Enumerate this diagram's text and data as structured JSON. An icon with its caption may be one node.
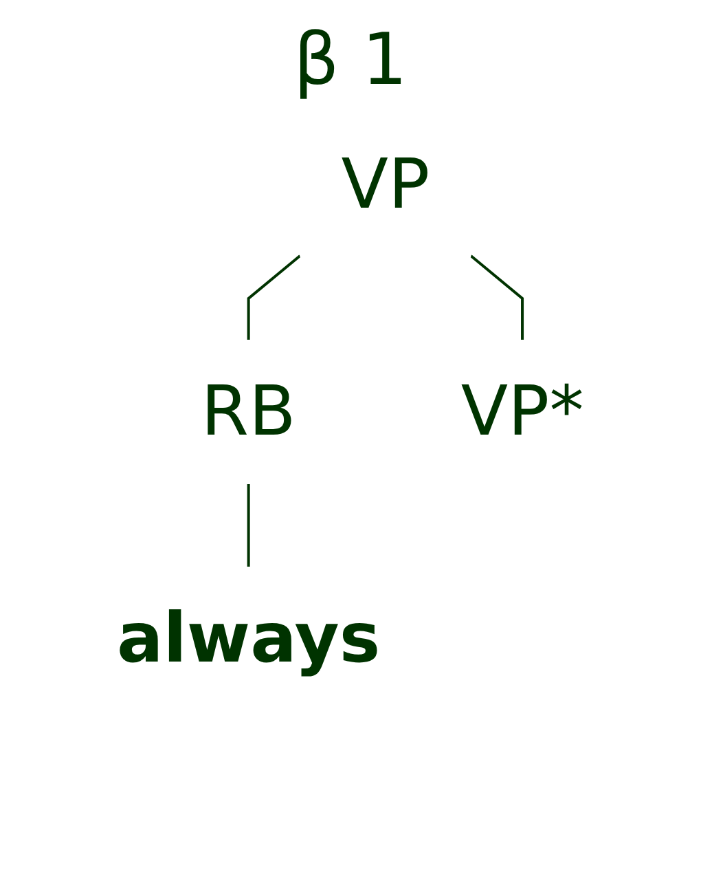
{
  "diagram": {
    "title": "β 1",
    "nodes": [
      {
        "text": [
          "VP"
        ]
      },
      {
        "text": [
          "RB"
        ]
      },
      {
        "text": [
          "VP*"
        ]
      },
      {
        "text": [
          "always"
        ]
      }
    ],
    "edges": [
      {
        "from": 0,
        "to": 1,
        "arrow": "none"
      },
      {
        "from": 0,
        "to": 2,
        "arrow": "none"
      },
      {
        "from": 1,
        "to": 3,
        "arrow": "none"
      }
    ]
  }
}
